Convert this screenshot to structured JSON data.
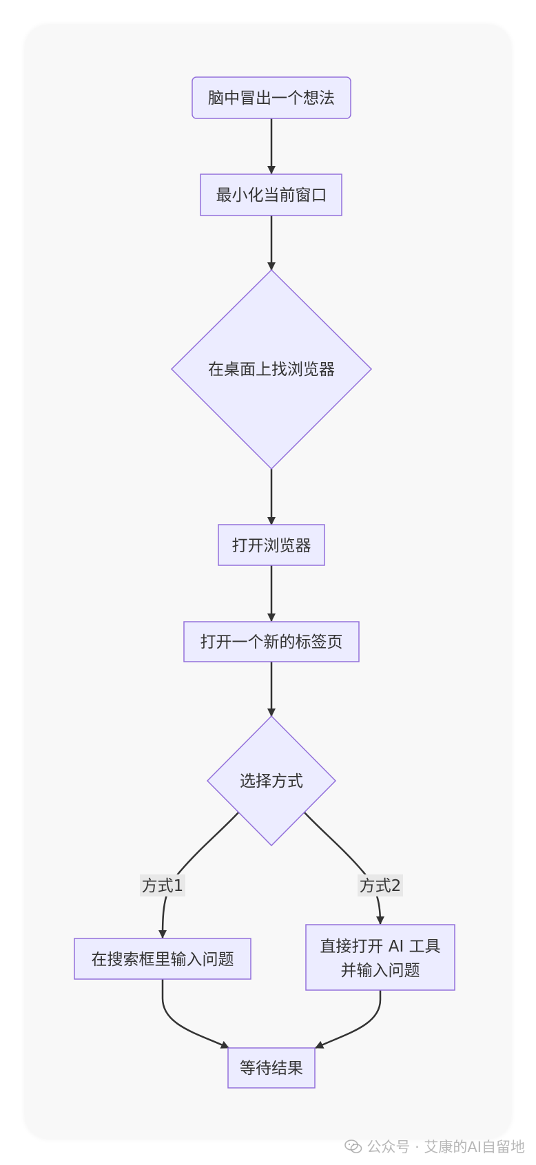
{
  "diagram": {
    "nodes": {
      "idea": "脑中冒出一个想法",
      "minimize": "最小化当前窗口",
      "find_browser": "在桌面上找浏览器",
      "open_browser": "打开浏览器",
      "new_tab": "打开一个新的标签页",
      "choose": "选择方式",
      "search_box": "在搜索框里输入问题",
      "ai_tool_line1": "直接打开 AI 工具",
      "ai_tool_line2": "并输入问题",
      "wait": "等待结果"
    },
    "edge_labels": {
      "way1": "方式1",
      "way2": "方式2"
    }
  },
  "watermark": {
    "text": "公众号 · 艾康的AI自留地",
    "icon": "wechat-icon"
  },
  "colors": {
    "node_fill": "#ECECFF",
    "node_stroke": "#9370DB",
    "edge": "#333333",
    "edge_label_bg": "#E8E8E8",
    "card_bg": "#F8F8F8"
  }
}
